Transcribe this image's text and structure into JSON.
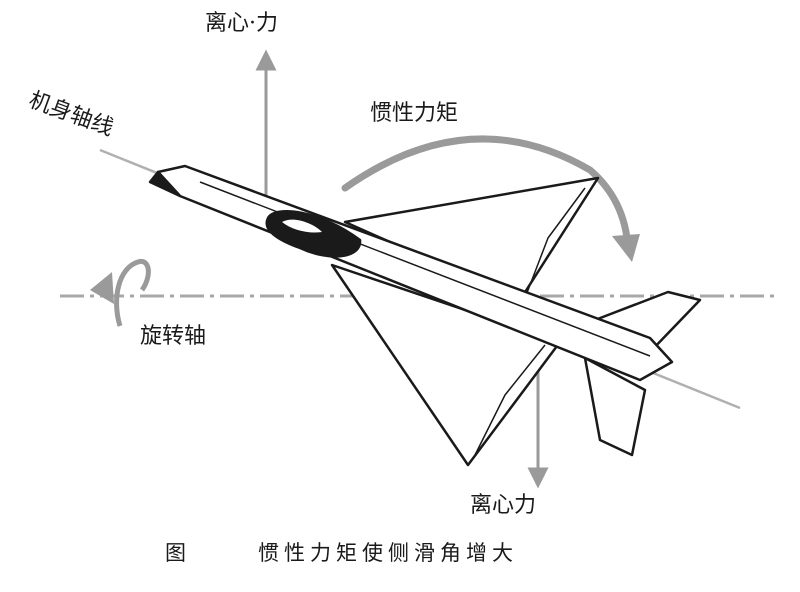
{
  "labels": {
    "centrifugal_top": "离心·力",
    "fuselage_axis": "机身轴线",
    "inertia_moment": "惯性力矩",
    "rotation_axis": "旋转轴",
    "centrifugal_bottom": "离心力"
  },
  "caption": {
    "prefix": "图",
    "text": "惯性力矩使侧滑角增大"
  },
  "colors": {
    "ink": "#1a1a1a",
    "arrow_gray": "#9a9a9a",
    "axis_gray": "#a8a8a8",
    "background": "#ffffff"
  }
}
